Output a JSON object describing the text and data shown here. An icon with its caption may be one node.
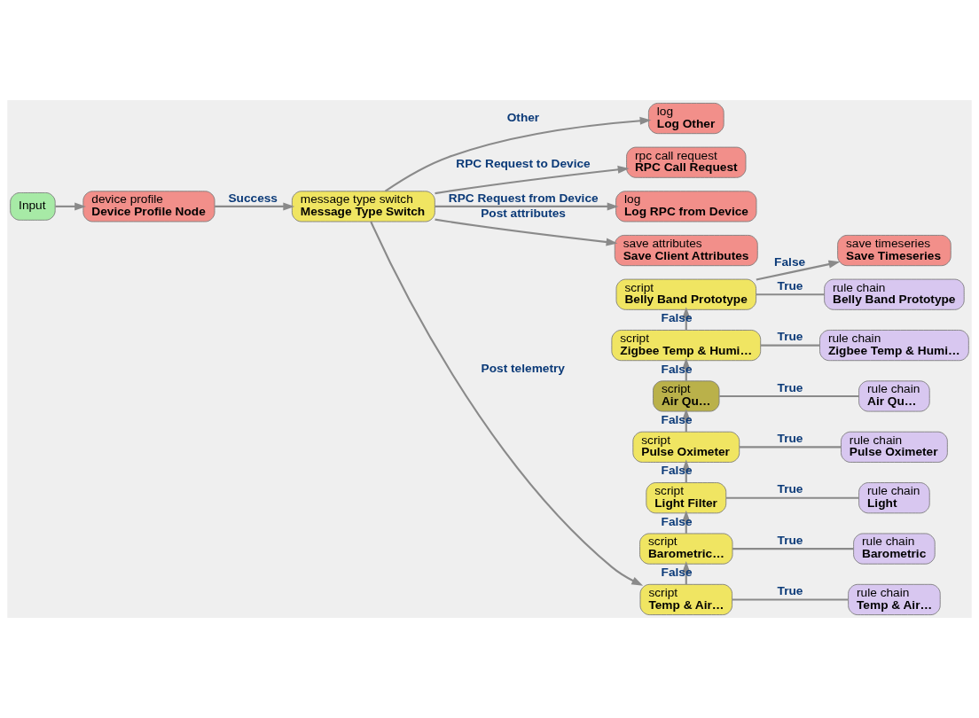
{
  "diagram": {
    "nodes": [
      {
        "text": [
          "Input"
        ]
      },
      {
        "text": [
          "save timeseries",
          "Save Timeseries"
        ]
      },
      {
        "text": [
          "message type switch",
          "Message Type Switch"
        ]
      },
      {
        "text": [
          "device profile",
          "Device Profile Node"
        ]
      },
      {
        "text": [
          "script",
          "Belly Band Prototype"
        ]
      },
      {
        "text": [
          "rule chain",
          "Belly Band Prototype"
        ]
      },
      {
        "text": [
          "script",
          "Zigbee Temp & Humi…"
        ]
      },
      {
        "text": [
          "rule chain",
          "Zigbee Temp & Humi…"
        ]
      },
      {
        "text": [
          "script",
          "Air Qu…"
        ]
      },
      {
        "text": [
          "rule chain",
          "Air Qu…"
        ]
      },
      {
        "text": [
          "log",
          "Log Other"
        ]
      },
      {
        "text": [
          "rpc call request",
          "RPC Call Request"
        ]
      },
      {
        "text": [
          "log",
          "Log RPC from Device"
        ]
      },
      {
        "text": [
          "save attributes",
          "Save Client Attributes"
        ]
      },
      {
        "text": [
          "script",
          "Pulse Oximeter"
        ]
      },
      {
        "text": [
          "rule chain",
          "Pulse Oximeter"
        ]
      },
      {
        "text": [
          "script",
          "Light Filter"
        ]
      },
      {
        "text": [
          "rule chain",
          "Light"
        ]
      },
      {
        "text": [
          "script",
          "Barometric…"
        ]
      },
      {
        "text": [
          "rule chain",
          "Barometric"
        ]
      },
      {
        "text": [
          "script",
          "Temp & Air…"
        ]
      },
      {
        "text": [
          "rule chain",
          "Temp & Air…"
        ]
      }
    ],
    "edges": [
      {
        "from": 0,
        "to": 3,
        "arrow": "to"
      },
      {
        "from": 3,
        "to": 2,
        "arrow": "to",
        "label": "Success"
      },
      {
        "from": 2,
        "to": 10,
        "arrow": "to",
        "label": "Other"
      },
      {
        "from": 2,
        "to": 11,
        "arrow": "to",
        "label": "RPC Request to Device"
      },
      {
        "from": 2,
        "to": 12,
        "arrow": "to",
        "label": "RPC Request from Device"
      },
      {
        "from": 2,
        "to": 13,
        "arrow": "to",
        "label": "Post attributes"
      },
      {
        "from": 2,
        "to": 20,
        "arrow": "to",
        "label": "Post telemetry"
      },
      {
        "from": 4,
        "to": 1,
        "arrow": "to",
        "label": "False"
      },
      {
        "from": 4,
        "to": 5,
        "arrow": "none",
        "label": "True"
      },
      {
        "from": 6,
        "to": 4,
        "arrow": "to",
        "label": "False"
      },
      {
        "from": 6,
        "to": 7,
        "arrow": "none",
        "label": "True"
      },
      {
        "from": 8,
        "to": 6,
        "arrow": "to",
        "label": "False"
      },
      {
        "from": 8,
        "to": 9,
        "arrow": "none",
        "label": "True"
      },
      {
        "from": 14,
        "to": 8,
        "arrow": "to",
        "label": "False"
      },
      {
        "from": 14,
        "to": 15,
        "arrow": "none",
        "label": "True"
      },
      {
        "from": 16,
        "to": 14,
        "arrow": "to",
        "label": "False"
      },
      {
        "from": 16,
        "to": 17,
        "arrow": "none",
        "label": "True"
      },
      {
        "from": 18,
        "to": 16,
        "arrow": "to",
        "label": "False"
      },
      {
        "from": 18,
        "to": 19,
        "arrow": "none",
        "label": "True"
      },
      {
        "from": 20,
        "to": 18,
        "arrow": "to",
        "label": "False"
      },
      {
        "from": 20,
        "to": 21,
        "arrow": "none",
        "label": "True"
      }
    ]
  }
}
